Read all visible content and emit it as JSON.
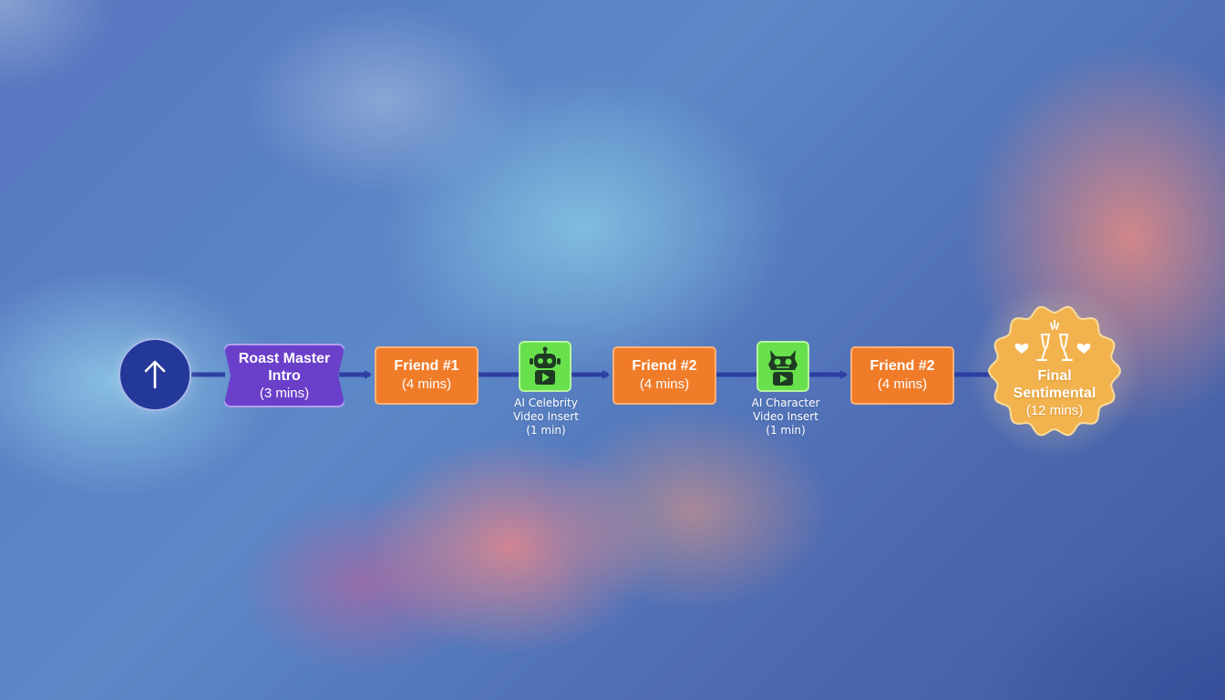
{
  "start": {
    "icon": "arrow-up-icon"
  },
  "intro": {
    "title_line1": "Roast Master",
    "title_line2": "Intro",
    "duration": "(3 mins)"
  },
  "friend1": {
    "title": "Friend #1",
    "duration": "(4 mins)"
  },
  "ai_celebrity": {
    "icon": "robot-video-icon",
    "line1": "AI Celebrity",
    "line2": "Video Insert",
    "line3": "(1 min)"
  },
  "friend2": {
    "title": "Friend #2",
    "duration": "(4 mins)"
  },
  "ai_character": {
    "icon": "monster-video-icon",
    "line1": "AI Character",
    "line2": "Video Insert",
    "line3": "(1 min)"
  },
  "friend3": {
    "title": "Friend #2",
    "duration": "(4 mins)"
  },
  "final": {
    "icon": "champagne-toast-icon",
    "line1": "Final",
    "line2": "Sentimental",
    "duration": "(12 mins)"
  },
  "colors": {
    "connector": "#2d3fa3",
    "start": "#24389a",
    "intro": "#6a3fc9",
    "friend": "#f07c2a",
    "ai_insert": "#67e04c",
    "final": "#f2b34f"
  }
}
